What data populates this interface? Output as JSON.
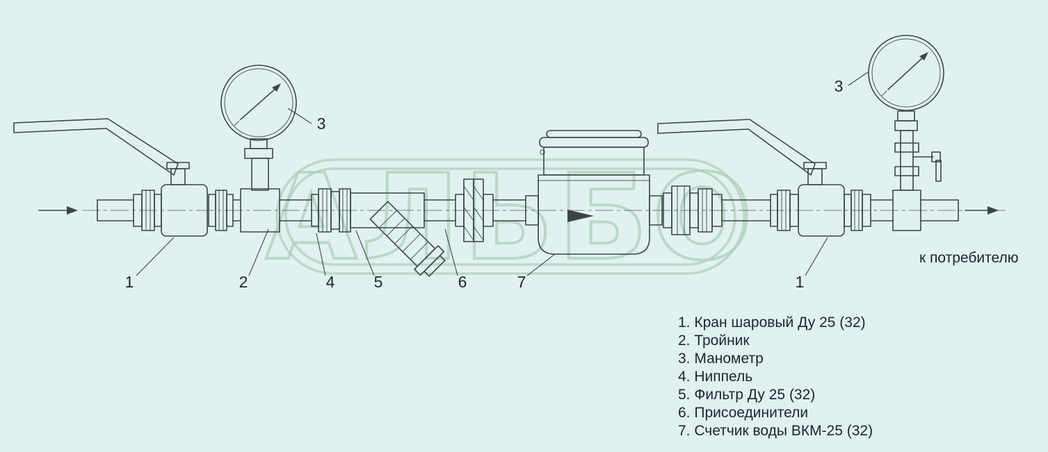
{
  "colors": {
    "background": "#e1f1f0",
    "line": "#3d4447",
    "text": "#1c2530",
    "watermark": "#a9d0b5"
  },
  "watermark": {
    "text": "АЛЬБО"
  },
  "flow": {
    "outlet": "к потребителю"
  },
  "callouts": {
    "valve_left": "1",
    "tee": "2",
    "gauge_left": "3",
    "nipple": "4",
    "filter": "5",
    "connectors": "6",
    "meter": "7",
    "valve_right": "1",
    "gauge_right": "3"
  },
  "legend": {
    "items": [
      "1. Кран шаровый Ду 25 (32)",
      "2. Тройник",
      "3. Манометр",
      "4. Ниппель",
      "5. Фильтр Ду 25 (32)",
      "6. Присоединители",
      "7. Счетчик воды ВКМ-25 (32)"
    ]
  }
}
